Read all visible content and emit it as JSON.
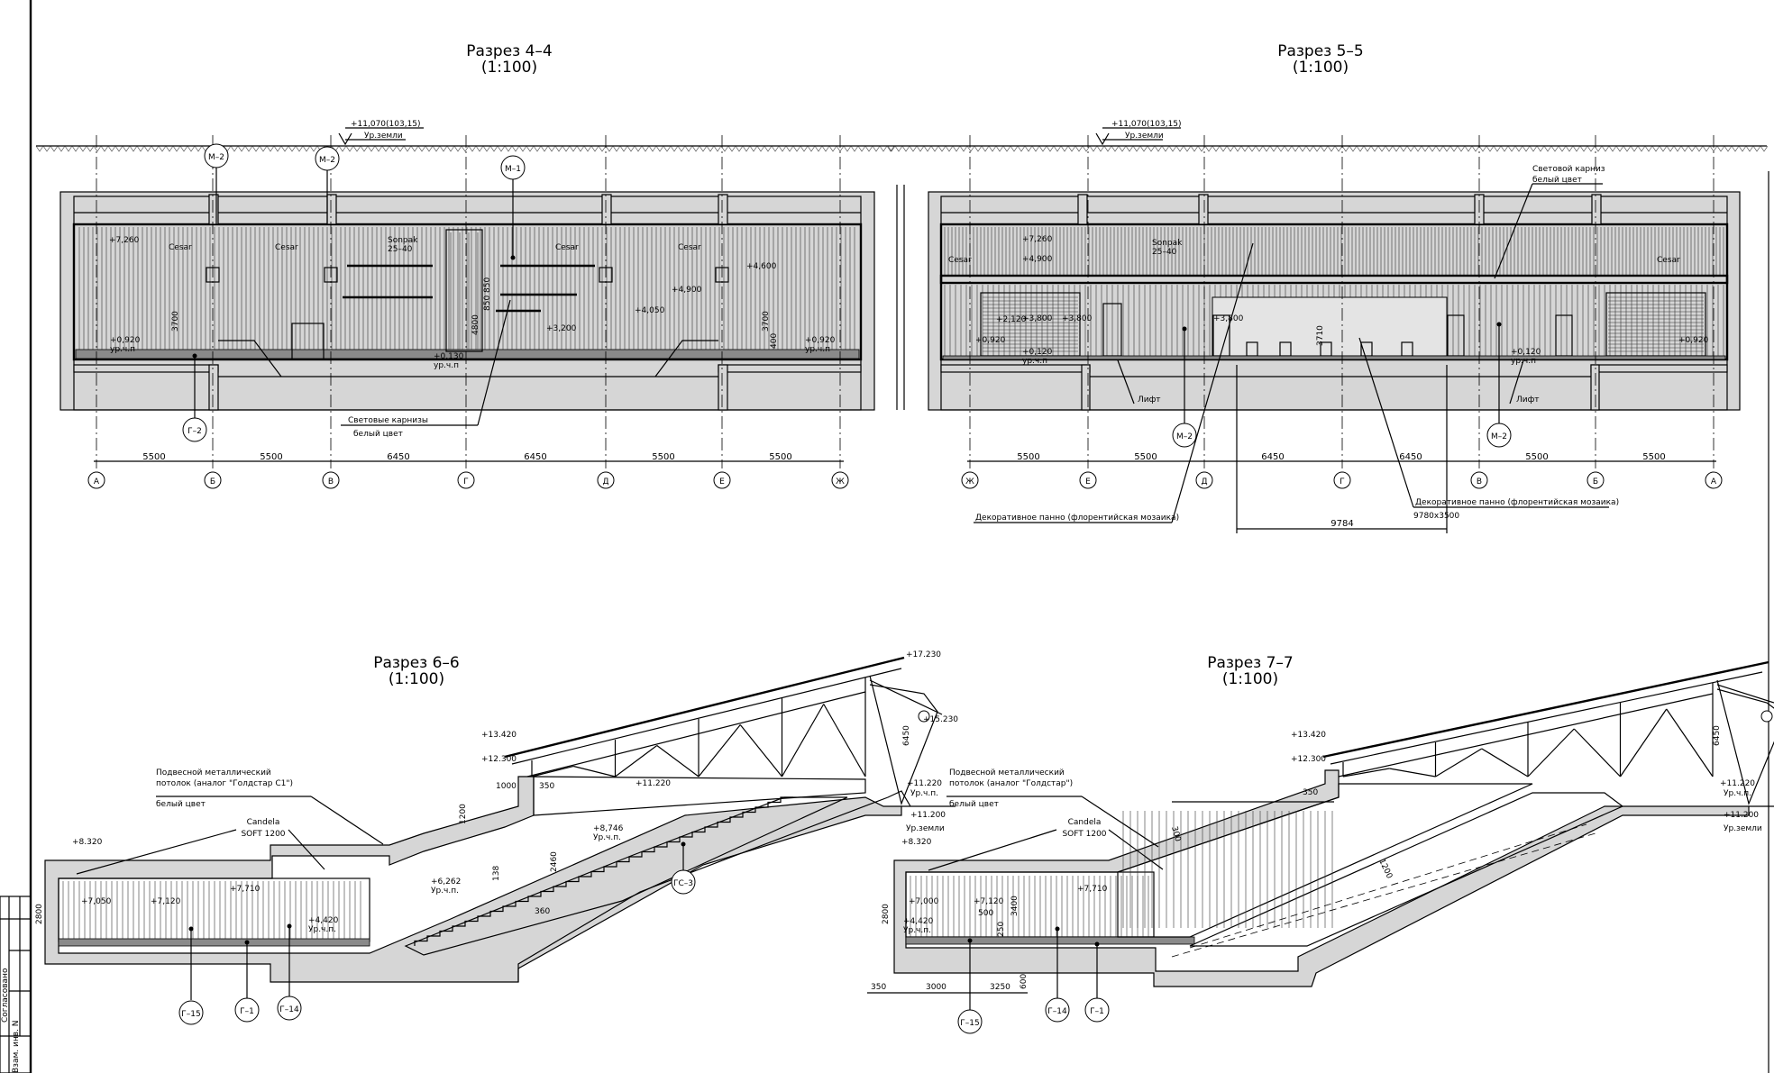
{
  "title_block": {
    "agreed": "Согласовано",
    "inv": "Взам. инв. N"
  },
  "s44": {
    "title": "Разрез 4–4",
    "scale": "(1:100)",
    "ground_level": "+11,070(103,15)",
    "ground_label": "Ур.земли",
    "m2": "М–2",
    "m1": "М–1",
    "g2": "Г–2",
    "axes": [
      "А",
      "Б",
      "В",
      "Г",
      "Д",
      "Е",
      "Ж"
    ],
    "spans": [
      "5500",
      "5500",
      "6450",
      "6450",
      "5500",
      "5500"
    ],
    "el_7260": "+7,260",
    "el_4600": "+4,600",
    "el_4900": "+4,900",
    "el_4050": "+4,050",
    "el_3200": "+3,200",
    "el_0920": "+0,920",
    "el_0130": "+0,130",
    "floor_note": "ур.ч.п",
    "d3700": "3700",
    "d4800": "4800",
    "d850": "850 850",
    "d400": "400",
    "cesar": "Cesar",
    "sonpak": "Sonpak",
    "sonpak_size": "25–40",
    "note_1": "Световые карнизы",
    "note_2": "белый цвет"
  },
  "s55": {
    "title": "Разрез 5–5",
    "scale": "(1:100)",
    "ground_level": "+11,070(103,15)",
    "ground_label": "Ур.земли",
    "m2": "М–2",
    "axes": [
      "Ж",
      "Е",
      "Д",
      "Г",
      "В",
      "Б",
      "А"
    ],
    "spans": [
      "5500",
      "5500",
      "6450",
      "6450",
      "5500",
      "5500"
    ],
    "cornice_1": "Световой карниз",
    "cornice_2": "белый цвет",
    "el_7260": "+7,260",
    "el_4900": "+4,900",
    "el_2120": "+2,120",
    "el_3800": "+3,800",
    "el_0920": "+0,920",
    "el_0120": "+0,120",
    "floor_note": "ур.ч.п",
    "d3710": "3710",
    "cesar": "Cesar",
    "sonpak": "Sonpak",
    "sonpak_size": "25–40",
    "lift": "Лифт",
    "panel": "Декоративное панно (флорентийская мозаика)",
    "panel_size": "9780x3500",
    "d9784": "9784"
  },
  "s66": {
    "title": "Разрез 6–6",
    "scale": "(1:100)",
    "el_17230": "+17.230",
    "el_15230": "+15.230",
    "el_13420": "+13.420",
    "el_12300": "+12.300",
    "el_11220": "+11.220",
    "el_11200": "+11.200",
    "floor_note": "Ур.ч.п.",
    "ground_note": "Ур.земли",
    "el_8320": "+8.320",
    "el_7050": "+7,050",
    "el_7120": "+7,120",
    "el_7710": "+7,710",
    "el_6262": "+6,262",
    "el_8746": "+8,746",
    "el_4420": "+4,420",
    "d1000": "1000",
    "d350": "350",
    "d1200": "1200",
    "d138": "138",
    "d2460": "2460",
    "d360": "360",
    "d2800": "2800",
    "d6450": "6450",
    "ceiling_1": "Подвесной металлический",
    "ceiling_2": "потолок (аналог \"Голдстар С1\")",
    "ceiling_3": "белый цвет",
    "candela_1": "Candela",
    "candela_2": "SOFT 1200",
    "gs3": "ГС–3",
    "g15": "Г–15",
    "g1": "Г–1",
    "g14": "Г–14"
  },
  "s77": {
    "title": "Разрез 7–7",
    "scale": "(1:100)",
    "el_13420": "+13.420",
    "el_12300": "+12.300",
    "el_11220": "+11.220",
    "el_11200": "+11.200",
    "floor_note": "Ур.ч.п.",
    "ground_note": "Ур.земли",
    "el_8320": "+8.320",
    "el_7000": "+7,000",
    "el_7120": "+7,120",
    "el_7710": "+7,710",
    "el_4420": "+4,420",
    "d350": "350",
    "d6450": "6450",
    "d2800": "2800",
    "d500": "500",
    "d250": "250",
    "d3400": "3400",
    "d600": "600",
    "d300": "300",
    "d1200": "1200",
    "d3000": "3000",
    "d3250": "3250",
    "ceiling_1": "Подвесной металлический",
    "ceiling_2": "потолок (аналог \"Голдстар\")",
    "ceiling_3": "белый цвет",
    "candela_1": "Candela",
    "candela_2": "SOFT 1200",
    "g15": "Г–15",
    "g14": "Г–14",
    "g1": "Г–1"
  }
}
